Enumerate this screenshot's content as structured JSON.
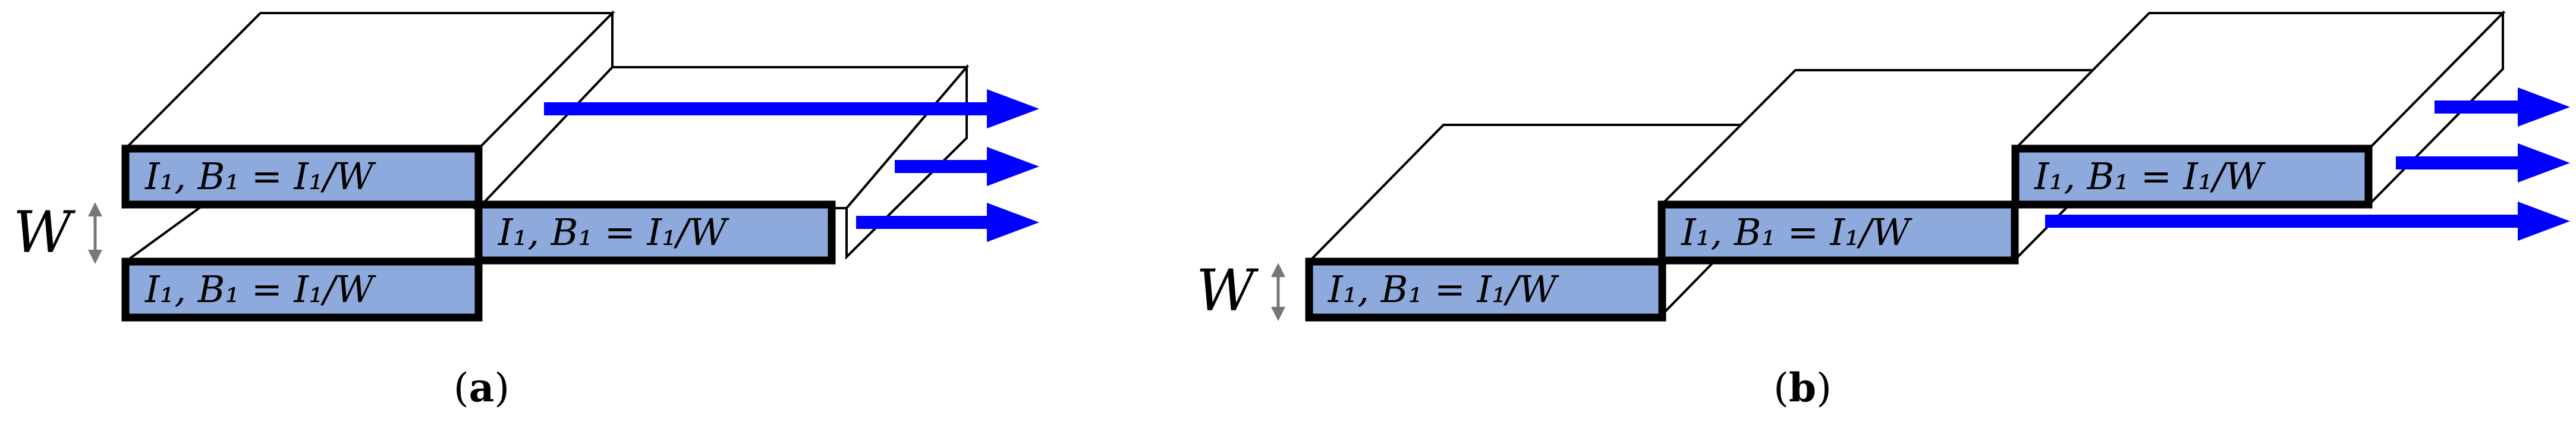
{
  "panel_a": {
    "slab_label": "I₁,    B₁ = I₁/W",
    "width_symbol": "W",
    "caption_open": "(",
    "caption_letter": "a",
    "caption_close": ")"
  },
  "panel_b": {
    "slab_label": "I₁,    B₁ = I₁/W",
    "width_symbol": "W",
    "caption_open": "(",
    "caption_letter": "b",
    "caption_close": ")"
  },
  "colors": {
    "slab_face": "#8ea9dc",
    "arrow": "#0000ff",
    "outline": "#000000",
    "dimension": "#777777"
  }
}
